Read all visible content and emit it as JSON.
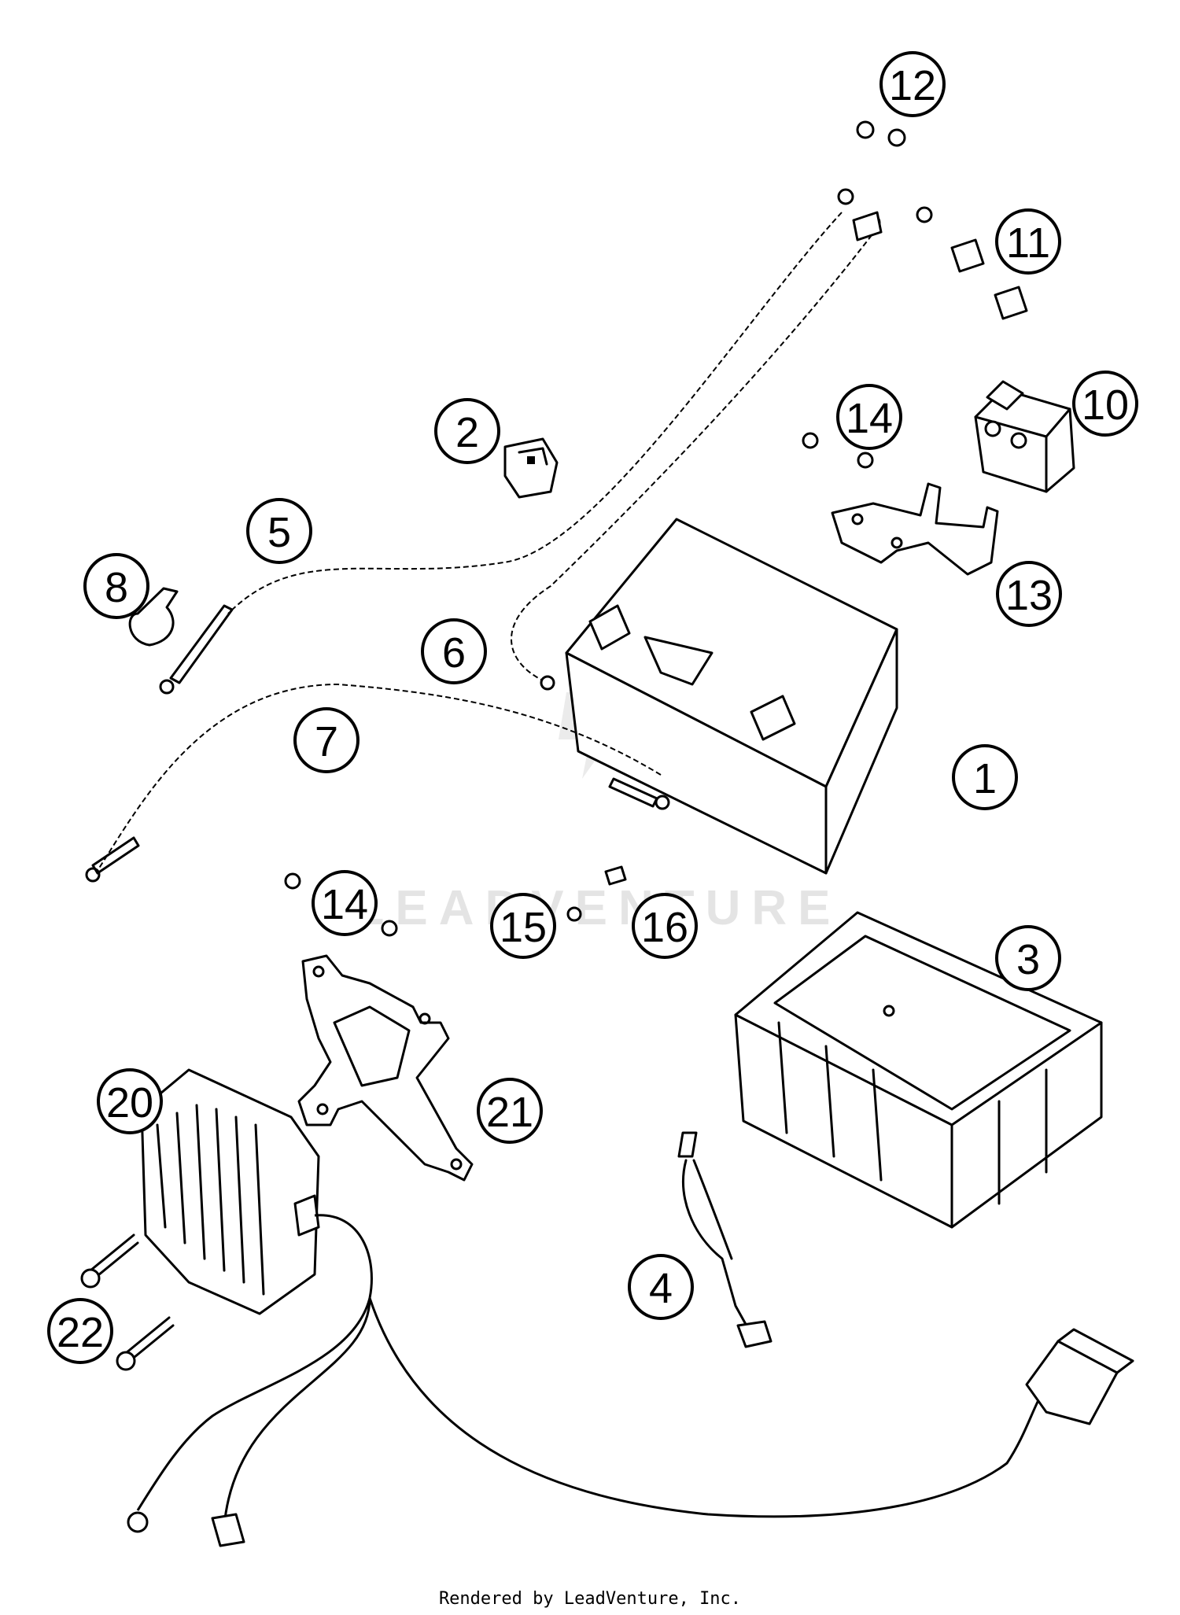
{
  "callouts": [
    {
      "label": "1"
    },
    {
      "label": "2"
    },
    {
      "label": "3"
    },
    {
      "label": "4"
    },
    {
      "label": "5"
    },
    {
      "label": "6"
    },
    {
      "label": "7"
    },
    {
      "label": "8"
    },
    {
      "label": "10"
    },
    {
      "label": "11"
    },
    {
      "label": "12"
    },
    {
      "label": "13"
    },
    {
      "label": "14"
    },
    {
      "label": "14"
    },
    {
      "label": "15"
    },
    {
      "label": "16"
    },
    {
      "label": "20"
    },
    {
      "label": "21"
    },
    {
      "label": "22"
    }
  ],
  "watermark": "LEADVENTURE",
  "footer": "Rendered by LeadVenture, Inc."
}
